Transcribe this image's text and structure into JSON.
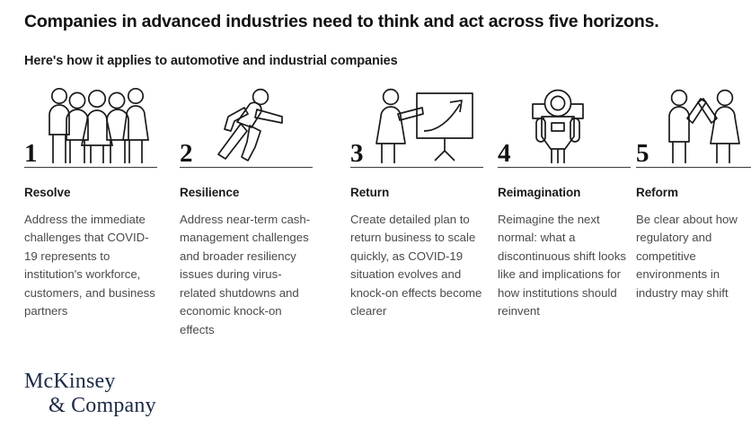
{
  "title": "Companies in advanced industries need to think and act across five horizons.",
  "subtitle": "Here's how it applies to automotive and industrial companies",
  "columns": [
    {
      "number": "1",
      "icon": "group-of-people-icon",
      "heading": "Resolve",
      "body": "Address the immediate challenges that COVID-19 represents to institution's workforce, customers, and business partners"
    },
    {
      "number": "2",
      "icon": "running-person-icon",
      "heading": "Resilience",
      "body": "Address near-term cash-management challenges and broader resiliency issues during virus-related shutdowns and economic knock-on effects"
    },
    {
      "number": "3",
      "icon": "presenter-with-growth-chart-icon",
      "heading": "Return",
      "body": "Create detailed plan to return business to scale quickly, as COVID-19 situation evolves and knock-on effects become clearer"
    },
    {
      "number": "4",
      "icon": "robot-icon",
      "heading": "Reimagination",
      "body": "Reimagine the next normal: what a discontinuous shift looks like and implications for how institutions should reinvent"
    },
    {
      "number": "5",
      "icon": "two-people-handshake-icon",
      "heading": "Reform",
      "body": "Be clear about how regulatory and competitive environments in industry may shift"
    }
  ],
  "logo": {
    "line1": "McKinsey",
    "line2": "& Company",
    "color": "#1b2a44"
  },
  "colors": {
    "background": "#ffffff",
    "heading_text": "#1a1a1a",
    "body_text": "#4a4a4a",
    "rule": "#3c3c3c",
    "icon_stroke": "#1a1a1a"
  }
}
